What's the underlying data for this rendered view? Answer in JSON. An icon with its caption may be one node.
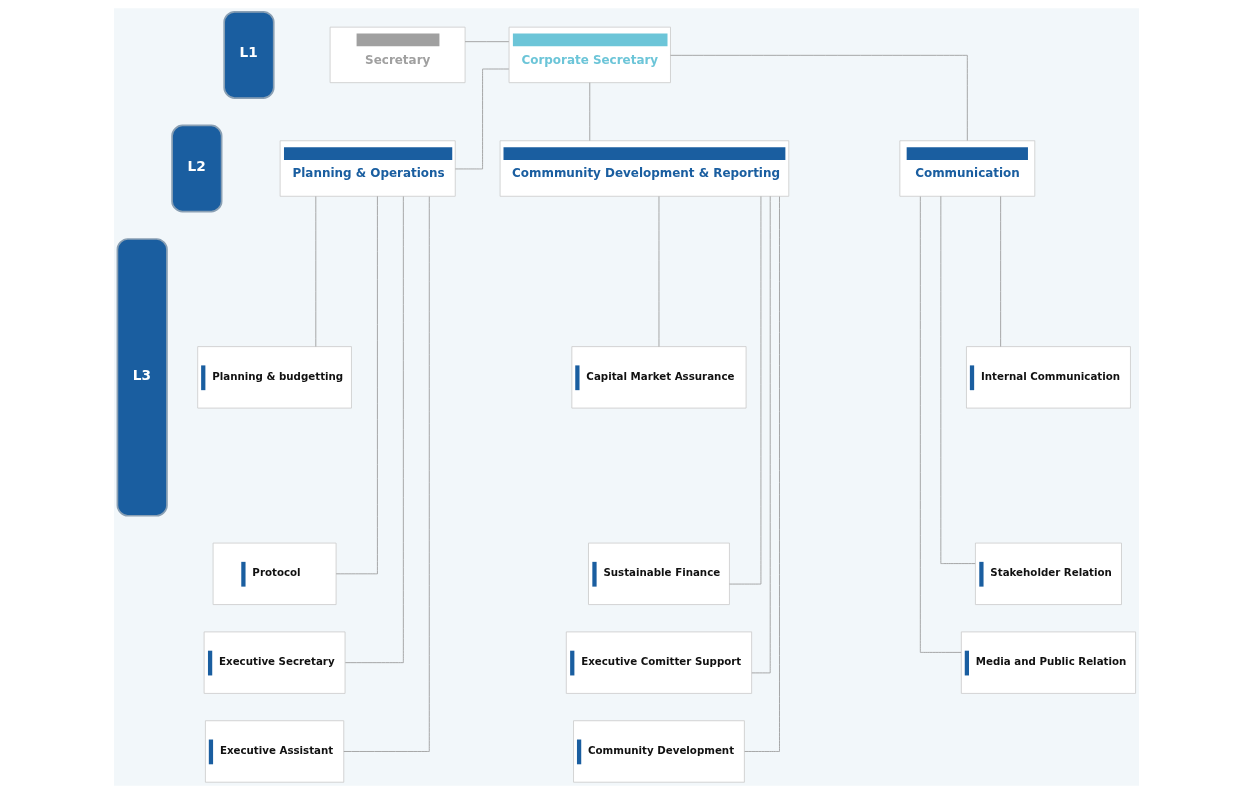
{
  "diagram": {
    "nodes": [
      {
        "text": [
          "L1"
        ]
      },
      {
        "text": [
          "L2"
        ]
      },
      {
        "text": [
          "L3"
        ]
      },
      {
        "text": [
          "Corporate Secretary"
        ]
      },
      {
        "text": [
          "Secretary"
        ]
      },
      {
        "text": [
          "Planning & Operations"
        ]
      },
      {
        "text": [
          "Commmunity Development & Reporting"
        ]
      },
      {
        "text": [
          "Communication"
        ]
      },
      {
        "text": [
          "Planning & budgetting"
        ]
      },
      {
        "text": [
          "Protocol"
        ]
      },
      {
        "text": [
          "Executive Secretary"
        ]
      },
      {
        "text": [
          "Executive Assistant"
        ]
      },
      {
        "text": [
          "Capital Market Assurance"
        ]
      },
      {
        "text": [
          "Sustainable Finance"
        ]
      },
      {
        "text": [
          "Executive Comitter Support"
        ]
      },
      {
        "text": [
          "Community Development"
        ]
      },
      {
        "text": [
          "Internal Communication"
        ]
      },
      {
        "text": [
          "Stakeholder Relation"
        ]
      },
      {
        "text": [
          "Media and Public Relation"
        ]
      }
    ],
    "edges": [
      {
        "from": 3,
        "to": 4,
        "arrow": "none"
      },
      {
        "from": 3,
        "to": 5,
        "arrow": "none"
      },
      {
        "from": 3,
        "to": 6,
        "arrow": "none"
      },
      {
        "from": 3,
        "to": 7,
        "arrow": "none"
      },
      {
        "from": 5,
        "to": 8,
        "arrow": "none"
      },
      {
        "from": 5,
        "to": 9,
        "arrow": "none"
      },
      {
        "from": 5,
        "to": 10,
        "arrow": "none"
      },
      {
        "from": 5,
        "to": 11,
        "arrow": "none"
      },
      {
        "from": 6,
        "to": 12,
        "arrow": "none"
      },
      {
        "from": 6,
        "to": 13,
        "arrow": "none"
      },
      {
        "from": 6,
        "to": 14,
        "arrow": "none"
      },
      {
        "from": 6,
        "to": 15,
        "arrow": "none"
      },
      {
        "from": 7,
        "to": 16,
        "arrow": "none"
      },
      {
        "from": 7,
        "to": 17,
        "arrow": "none"
      },
      {
        "from": 7,
        "to": 18,
        "arrow": "none"
      }
    ]
  }
}
